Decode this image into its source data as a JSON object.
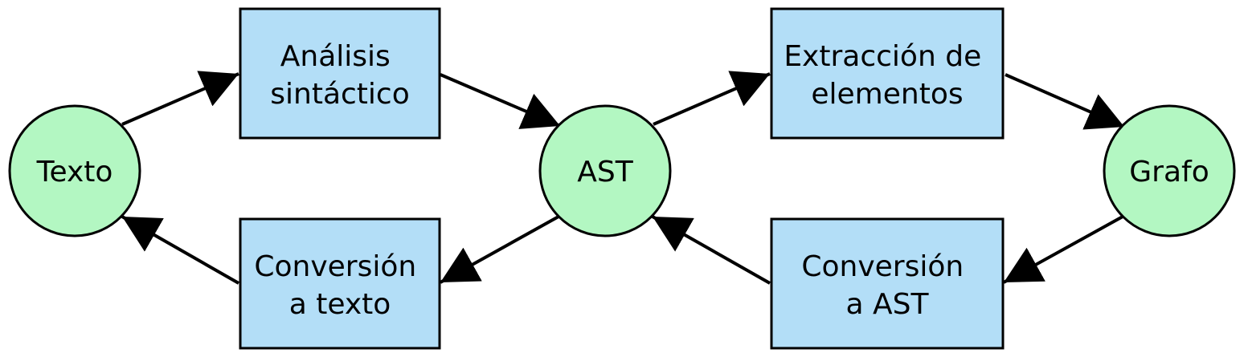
{
  "diagram": {
    "colors": {
      "circle_fill": "#b3f7c2",
      "box_fill": "#b3def7",
      "stroke": "#000000"
    },
    "nodes": {
      "texto": {
        "shape": "circle",
        "lines": [
          "Texto"
        ]
      },
      "ast": {
        "shape": "circle",
        "lines": [
          "AST"
        ]
      },
      "grafo": {
        "shape": "circle",
        "lines": [
          "Grafo"
        ]
      },
      "analisis": {
        "shape": "box",
        "lines": [
          "Análisis",
          "sintáctico"
        ]
      },
      "extraccion": {
        "shape": "box",
        "lines": [
          "Extracción de",
          "elementos"
        ]
      },
      "conv_texto": {
        "shape": "box",
        "lines": [
          "Conversión",
          "a texto"
        ]
      },
      "conv_ast": {
        "shape": "box",
        "lines": [
          "Conversión",
          "a AST"
        ]
      }
    },
    "edges": [
      {
        "from": "texto",
        "to": "analisis"
      },
      {
        "from": "analisis",
        "to": "ast"
      },
      {
        "from": "ast",
        "to": "extraccion"
      },
      {
        "from": "extraccion",
        "to": "grafo"
      },
      {
        "from": "grafo",
        "to": "conv_ast"
      },
      {
        "from": "conv_ast",
        "to": "ast"
      },
      {
        "from": "ast",
        "to": "conv_texto"
      },
      {
        "from": "conv_texto",
        "to": "texto"
      }
    ]
  }
}
